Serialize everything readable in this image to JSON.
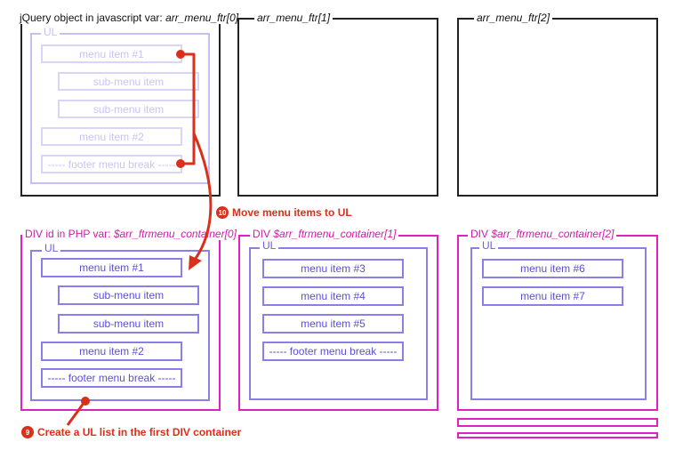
{
  "top_row": {
    "jq0_prefix": "jQuery object in javascript var: ",
    "jq0_var": "arr_menu_ftr[0]",
    "jq1_var": "arr_menu_ftr[1]",
    "jq2_var": "arr_menu_ftr[2]",
    "ul_label": "UL",
    "items": [
      "menu item #1",
      "sub-menu item",
      "sub-menu item",
      "menu item #2",
      "----- footer menu break -----"
    ]
  },
  "bottom_row": {
    "div0_prefix": "DIV id in PHP var: ",
    "div0_var": "$arr_ftrmenu_container[0]",
    "div1_prefix": "DIV ",
    "div1_var": "$arr_ftrmenu_container[1]",
    "div2_prefix": "DIV ",
    "div2_var": "$arr_ftrmenu_container[2]",
    "ul_label": "UL",
    "div0_items": [
      "menu item #1",
      "sub-menu item",
      "sub-menu item",
      "menu item #2",
      "----- footer menu break -----"
    ],
    "div1_items": [
      "menu item #3",
      "menu item #4",
      "menu item #5",
      "----- footer menu break -----"
    ],
    "div2_items": [
      "menu item #6",
      "menu item #7"
    ]
  },
  "annotations": {
    "step10_number": "10",
    "step10_text": "Move menu items to UL",
    "step9_number": "9",
    "step9_text": "Create a UL list in the first DIV container"
  },
  "colors": {
    "black_frame": "#222222",
    "magenta_frame": "#e020c0",
    "ul_border": "#8a7fe6",
    "arrow_red": "#d9301c"
  }
}
